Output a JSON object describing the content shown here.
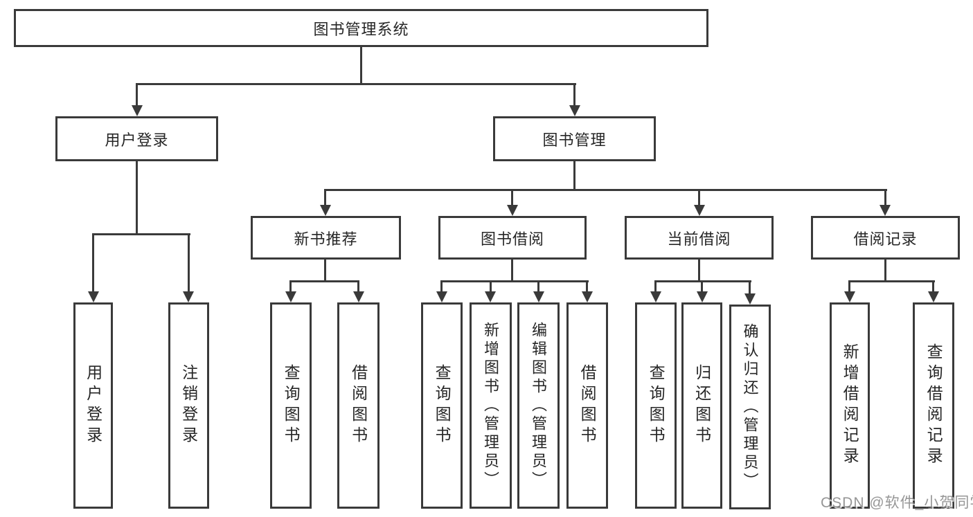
{
  "diagram": {
    "root": "图书管理系统",
    "login": {
      "label": "用户登录",
      "leaves": [
        "用户登录",
        "注销登录"
      ]
    },
    "mgmt": {
      "label": "图书管理",
      "sections": {
        "new_books": {
          "label": "新书推荐",
          "leaves": [
            "查询图书",
            "借阅图书"
          ]
        },
        "book_borrow": {
          "label": "图书借阅",
          "leaves": [
            "查询图书",
            "新增图书（管理员）",
            "编辑图书（管理员）",
            "借阅图书"
          ]
        },
        "current_borrow": {
          "label": "当前借阅",
          "leaves": [
            "查询图书",
            "归还图书",
            "确认归还（管理员）"
          ]
        },
        "borrow_records": {
          "label": "借阅记录",
          "leaves": [
            "新增借阅记录",
            "查询借阅记录"
          ]
        }
      }
    }
  },
  "watermark": "CSDN @软件_小贺同学",
  "colors": {
    "background": "#ffffff",
    "line": "#3a3a3a",
    "text": "#262626",
    "watermark_text": "#888888"
  }
}
